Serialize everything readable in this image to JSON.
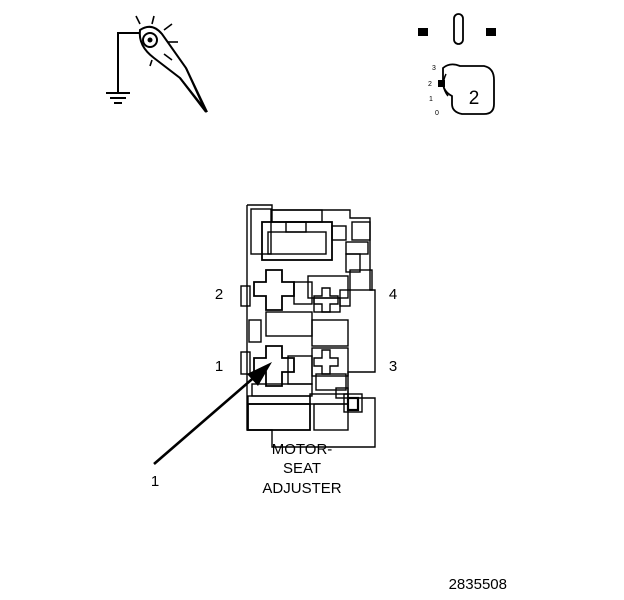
{
  "diagram": {
    "pin_labels": {
      "pin1": "1",
      "pin2": "2",
      "pin3": "3",
      "pin4": "4"
    },
    "callout_label": "1",
    "component_label": {
      "line1": "MOTOR-",
      "line2": "SEAT",
      "line3": "ADJUSTER"
    },
    "ignition_key": {
      "position_marks": [
        "3",
        "2",
        "1",
        "0"
      ],
      "key_position": "2"
    },
    "figure_id": "2835508"
  },
  "icons": {
    "probe": "test-light-probe-icon",
    "ground": "ground-symbol-icon",
    "key": "ignition-key-icon"
  },
  "colors": {
    "ink": "#000000",
    "background": "#ffffff"
  }
}
